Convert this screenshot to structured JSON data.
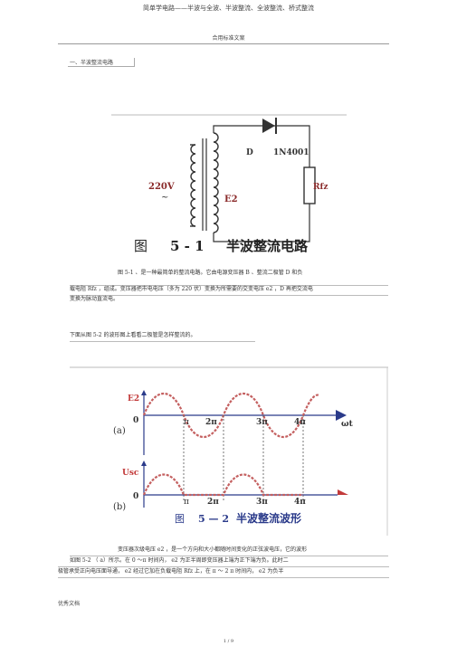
{
  "header": {
    "title": "简单学电路——半波与全波、半波整流、全波整流、桥式整流",
    "subtitle": "合用标准文案"
  },
  "section1": {
    "heading": "一、半波整流电路"
  },
  "figure1": {
    "label_220v": "220V",
    "label_tilde": "~",
    "label_e2": "E2",
    "label_d": "D",
    "label_diode_model": "1N4001",
    "label_rfz": "Rfz",
    "caption_fig": "图",
    "caption_num": "5 - 1",
    "caption_text": "半波整流电路"
  },
  "para1": {
    "line1": "图 5-1 、是一种最简单的整流电路。它由电源变压器          B 、整流二极管    D  和负",
    "line2": "载电阻 Rfz ，组成。变压器把市电电压（多为 220 伏）变换为所需要的交变电压 e2 ，D 再把交流电",
    "line3": "变换为脉动直流电。"
  },
  "para2": {
    "line1": "下面从图  5-2 的波形图上看看二极管是怎样整流的。"
  },
  "figure2": {
    "label_e2": "E2",
    "label_a": "(a)",
    "label_usc": "Usc",
    "label_b": "(b)",
    "label_zero_a": "0",
    "label_zero_b": "0",
    "label_omega_t": "ωt",
    "ticks_a": [
      "π",
      "2π",
      "3π",
      "4π"
    ],
    "ticks_b": [
      "π",
      "2π",
      "3π",
      "4π"
    ],
    "caption_fig": "图",
    "caption_num": "5 — 2",
    "caption_text": "半波整流波形"
  },
  "para3": {
    "line1": "变压器次级电压 e2 ，是一个方向和大小都随时间变化的正弦波电压，它的波形",
    "line2": "如图 5-2 （ a）所示。在 0 ～π 时间内，  e2 为正半周即变压器上端为正下端为负。此时二",
    "line3": "极管承受正向电压面导通，        e2 经过它加在负载电阻      Rfz 上，在 π ～ 2 π  时间内，  e2 为负半"
  },
  "footer": {
    "left": "优秀文档",
    "page": "1 / 9"
  }
}
